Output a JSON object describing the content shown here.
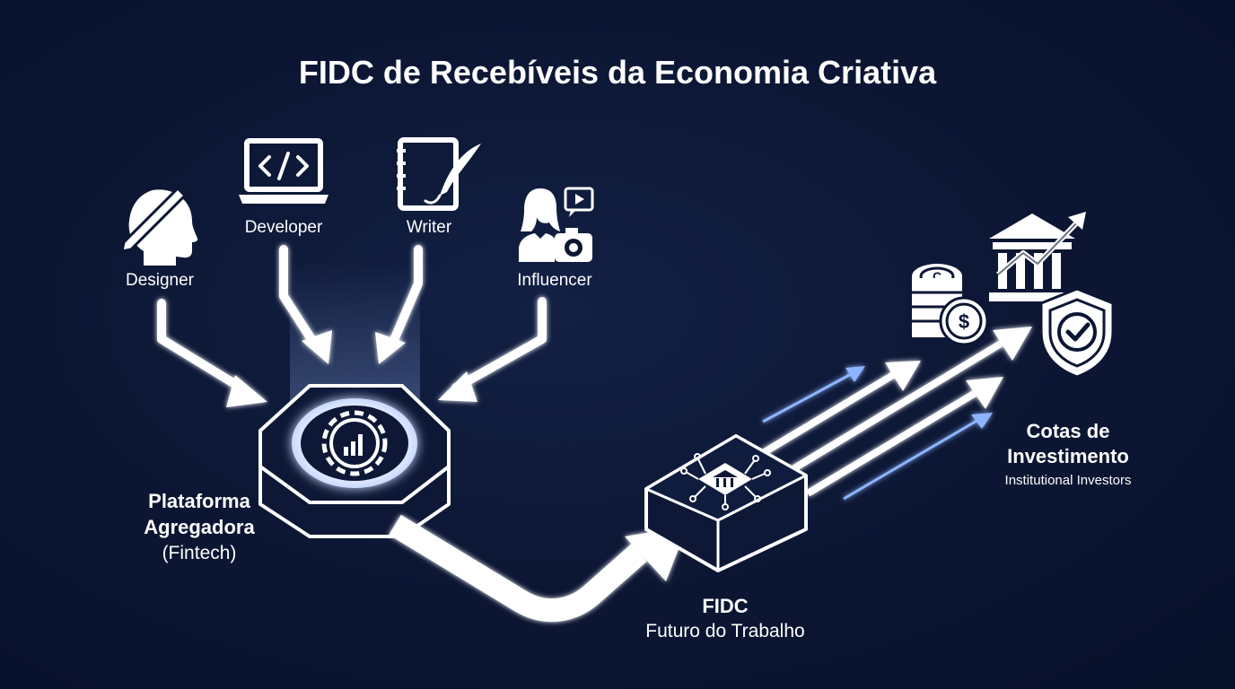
{
  "title": "FIDC de Recebíveis da Economia Criativa",
  "creators": [
    {
      "label": "Designer",
      "icon": "designer-head-pencil-icon"
    },
    {
      "label": "Developer",
      "icon": "laptop-code-icon"
    },
    {
      "label": "Writer",
      "icon": "notebook-quill-icon"
    },
    {
      "label": "Influencer",
      "icon": "influencer-camera-icon"
    }
  ],
  "platform": {
    "line1": "Plataforma",
    "line2": "Agregadora",
    "line3": "(Fintech)",
    "icon": "gear-chart-icon"
  },
  "fidc": {
    "title": "FIDC",
    "subtitle": "Futuro do Trabalho",
    "icon": "bank-chip-icon"
  },
  "investors": {
    "line1": "Cotas de",
    "line2": "Investimento",
    "line3": "Institutional Investors",
    "icons": [
      "coin-stack-icon",
      "bank-growth-icon",
      "shield-check-icon"
    ]
  },
  "colors": {
    "background": "#0c1633",
    "accent_glow": "#8fb4ff",
    "text": "#ffffff"
  }
}
